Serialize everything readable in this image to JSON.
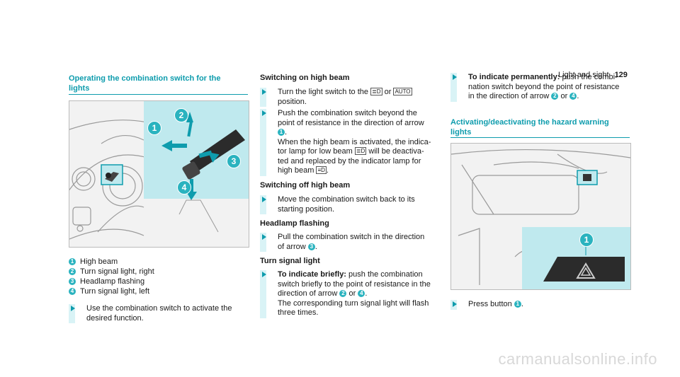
{
  "header": {
    "section": "Light and sight",
    "page": "129"
  },
  "left": {
    "title_line1": "Operating the combination switch for the",
    "title_line2": "lights",
    "callouts": [
      {
        "n": "1",
        "label": "High beam"
      },
      {
        "n": "2",
        "label": "Turn signal light, right"
      },
      {
        "n": "3",
        "label": "Headlamp flashing"
      },
      {
        "n": "4",
        "label": "Turn signal light, left"
      }
    ],
    "step_line1": "Use the combination switch to activate the",
    "step_line2": "desired function."
  },
  "middle": {
    "h_high_on": "Switching on high beam",
    "s1_pre": "Turn the light switch to the",
    "s1_or": "or",
    "s1_auto": "AUTO",
    "s1_post": "position.",
    "s2_line1": "Push the combination switch beyond the",
    "s2_line2": "point of resistance in the direction of arrow",
    "s2_n": "1",
    "s2_line3": "When the high beam is activated, the indica-",
    "s2_line4_pre": "tor lamp for low beam",
    "s2_line4_post": "will be deactiva-",
    "s2_line5": "ted and replaced by the indicator lamp for",
    "s2_line6": "high beam",
    "h_high_off": "Switching off high beam",
    "s3_line1": "Move the combination switch back to its",
    "s3_line2": "starting position.",
    "h_flash": "Headlamp flashing",
    "s4_line1": "Pull the combination switch in the direction",
    "s4_line2": "of arrow",
    "s4_n": "3",
    "h_turn": "Turn signal light",
    "s5_bold": "To indicate briefly:",
    "s5_line1": "push the combination",
    "s5_line2": "switch briefly to the point of resistance in the",
    "s5_line3_pre": "direction of arrow",
    "s5_n1": "2",
    "s5_or": "or",
    "s5_n2": "4",
    "s5_line4": "The corresponding turn signal light will flash",
    "s5_line5": "three times."
  },
  "right": {
    "s6_bold": "To indicate permanently:",
    "s6_line1": "push the combi-",
    "s6_line2": "nation switch beyond the point of resistance",
    "s6_line3_pre": "in the direction of arrow",
    "s6_n1": "2",
    "s6_or": "or",
    "s6_n2": "4",
    "title_line1": "Activating/deactivating the hazard warning",
    "title_line2": "lights",
    "img_n": "1",
    "step_pre": "Press button",
    "step_n": "1"
  },
  "left_img": {
    "n1": "1",
    "n2": "2",
    "n3": "3",
    "n4": "4"
  },
  "watermark": "carmanualsonline.info",
  "colors": {
    "accent": "#0e9cad",
    "inset": "#bfe9ee",
    "callout": "#2ab3bf"
  }
}
